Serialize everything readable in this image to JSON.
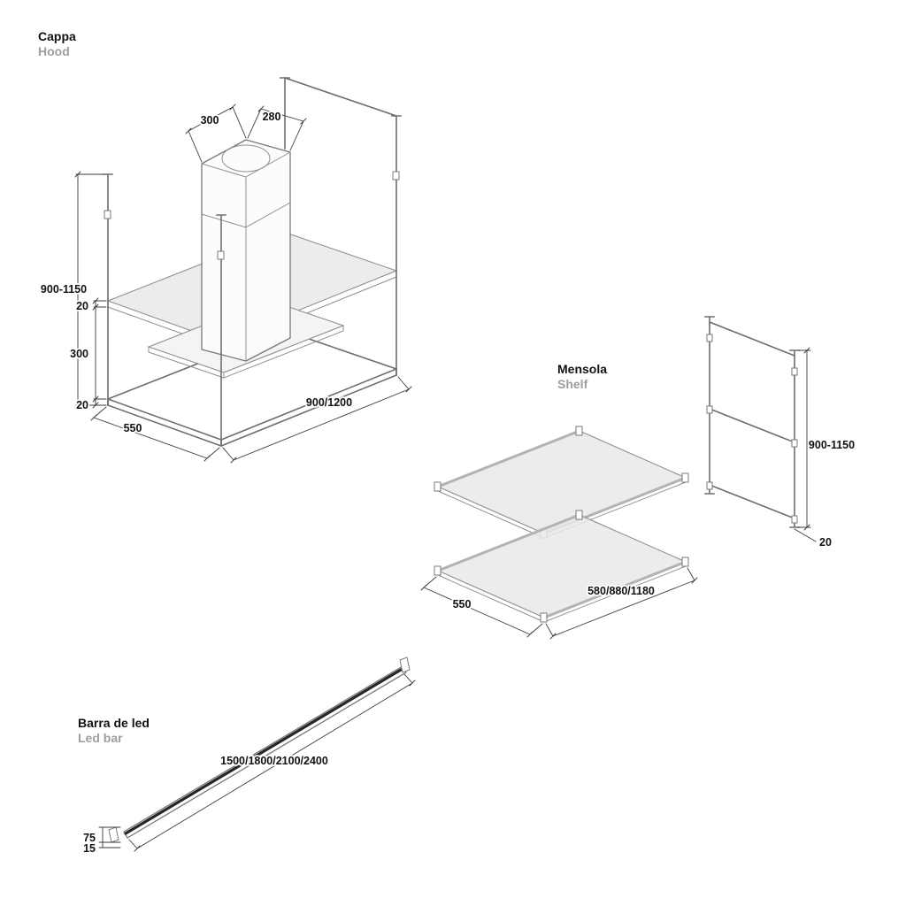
{
  "page": {
    "background": "#ffffff"
  },
  "sections": {
    "hood": {
      "title": "Cappa",
      "subtitle": "Hood",
      "dims": {
        "top_width": "300",
        "top_depth": "280",
        "height_range": "900-1150",
        "offset_top": "20",
        "spacing": "300",
        "offset_bottom": "20",
        "width_options": "900/1200",
        "depth": "550"
      }
    },
    "shelf": {
      "title": "Mensola",
      "subtitle": "Shelf",
      "dims": {
        "width_options": "580/880/1180",
        "depth": "550",
        "frame_height_range": "900-1150",
        "frame_offset": "20"
      }
    },
    "led_bar": {
      "title": "Barra de led",
      "subtitle": "Led bar",
      "dims": {
        "length_options": "1500/1800/2100/2400",
        "end_height": "75",
        "profile_thickness": "15"
      }
    }
  },
  "colors": {
    "background": "#ffffff",
    "line": "#6e6e6e",
    "dimension": "#3a3a3a",
    "text": "#111111",
    "subtitle": "#9e9e9e",
    "glass": "#e9e9e9"
  }
}
